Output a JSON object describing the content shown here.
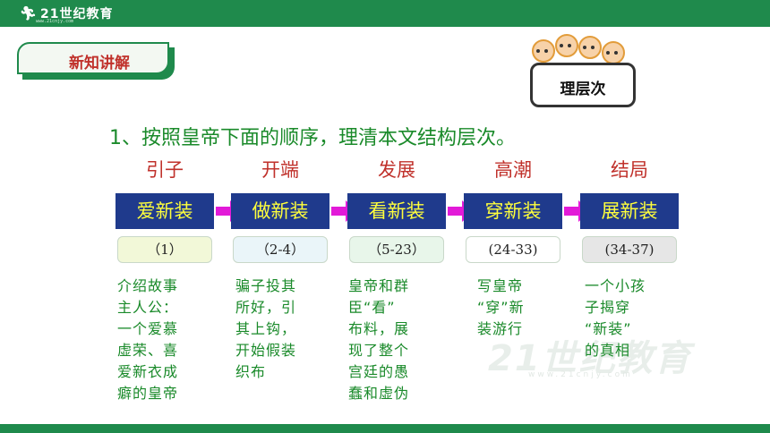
{
  "header": {
    "logo_text": "21世纪教育",
    "logo_url": "www.21cnjy.com"
  },
  "section_badge": "新知讲解",
  "sign_text": "理层次",
  "heading": "1、按照皇帝下面的顺序，理清本文结构层次。",
  "stages": [
    {
      "label": "引子",
      "title": "爱新装",
      "range": "（1）",
      "range_bg": "#f2f8d8",
      "desc": [
        "介绍故事",
        "主人公：",
        "一个爱慕",
        "虚荣、喜",
        "爱新衣成",
        "癖的皇帝"
      ]
    },
    {
      "label": "开端",
      "title": "做新装",
      "range": "（2-4）",
      "range_bg": "#eaf5f9",
      "desc": [
        "骗子投其",
        "所好，引",
        "其上钩，",
        "开始假装",
        "织布"
      ]
    },
    {
      "label": "发展",
      "title": "看新装",
      "range": "（5-23）",
      "range_bg": "#e8f6ea",
      "desc": [
        "皇帝和群",
        "臣“看”",
        "布料，展",
        "现了整个",
        "宫廷的愚",
        "蠢和虚伪"
      ]
    },
    {
      "label": "高潮",
      "title": "穿新装",
      "range": "(24-33)",
      "range_bg": "#ffffff",
      "desc": [
        "写皇帝",
        "“穿”新",
        "装游行"
      ]
    },
    {
      "label": "结局",
      "title": "展新装",
      "range": "(34-37)",
      "range_bg": "#e6e6e6",
      "desc": [
        "一个小孩",
        "子揭穿",
        "“新装”",
        "的真相"
      ]
    }
  ],
  "colors": {
    "brand_green": "#1f8a4c",
    "stage_box": "#1f3a8c",
    "stage_text": "#ffff3c",
    "label_red": "#c0312b",
    "desc_green": "#1a8a2a",
    "arrow_magenta": "#e21ad8"
  }
}
